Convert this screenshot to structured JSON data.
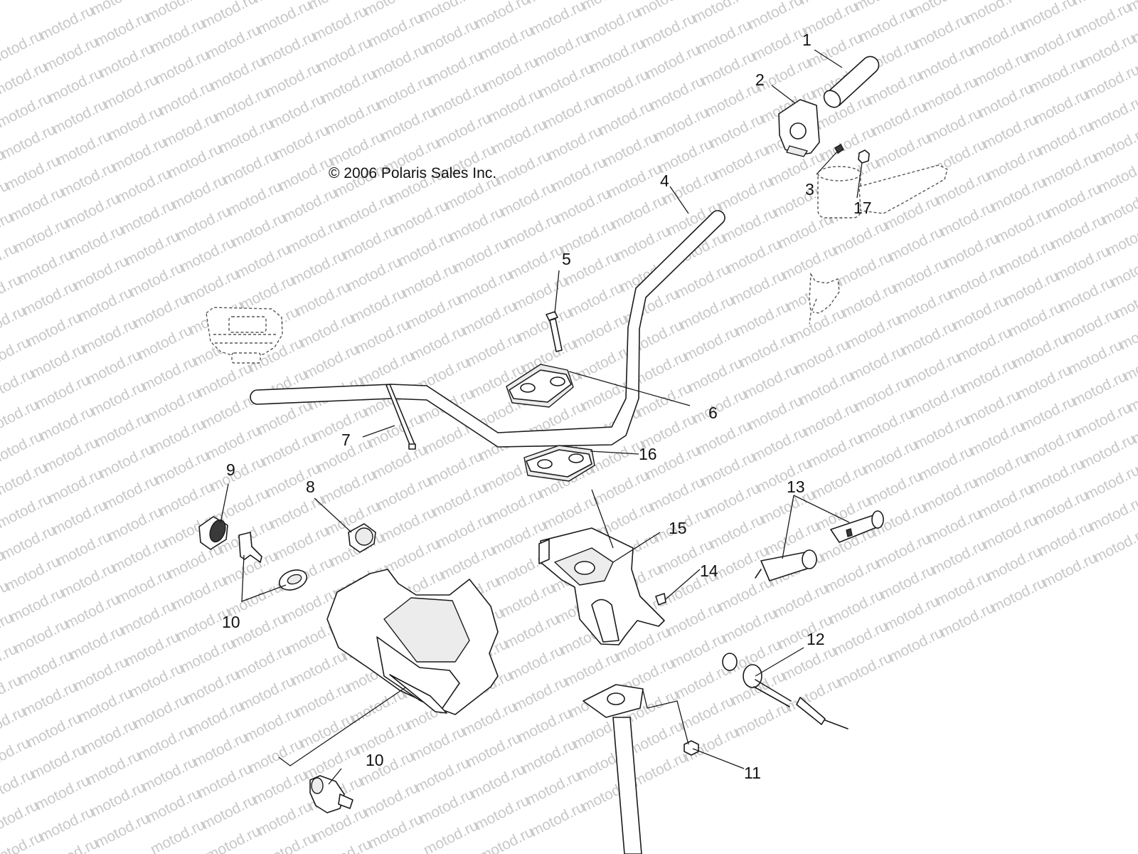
{
  "watermark": "motod.ru",
  "copyright": "© 2006 Polaris Sales Inc.",
  "callouts": {
    "c1": "1",
    "c2": "2",
    "c3": "3",
    "c4": "4",
    "c5": "5",
    "c6": "6",
    "c7": "7",
    "c8": "8",
    "c9": "9",
    "c10a": "10",
    "c10b": "10",
    "c11": "11",
    "c12": "12",
    "c13": "13",
    "c14": "14",
    "c15": "15",
    "c16": "16",
    "c17": "17"
  }
}
